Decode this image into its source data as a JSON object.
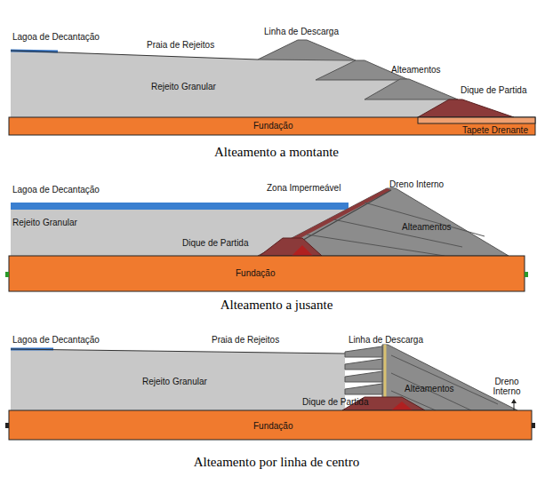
{
  "diagram": {
    "labels": [
      "Lagoa de Decantação",
      "Praia de Rejeitos",
      "Linha de Descarga",
      "Alteamentos",
      "Rejeito Granular",
      "Dique de Partida",
      "Fundação",
      "Tapete Drenante",
      "Alteamento a montante",
      "Lagoa de Decantação",
      "Zona Impermeável",
      "Dreno Interno",
      "Rejeito Granular",
      "Alteamentos",
      "Dique de Partida",
      "Fundação",
      "Alteamento a jusante",
      "Lagoa de Decantação",
      "Praia de Rejeitos",
      "Linha de Descarga",
      "Rejeito Granular",
      "Alteamentos",
      "Dreno Interno",
      "Dique de Partida",
      "Fundação",
      "Alteamento por linha de centro"
    ]
  }
}
